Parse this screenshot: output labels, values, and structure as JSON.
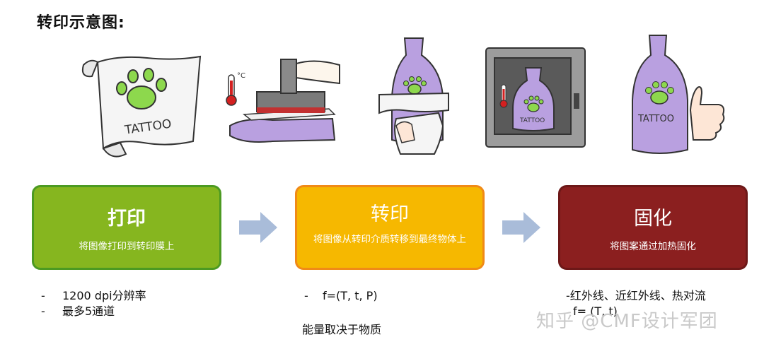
{
  "title": "转印示意图:",
  "illustrations": {
    "scroll_text": "TATTOO",
    "transfer_unit": "°C",
    "oven_text": "TATTOO",
    "bottle_text": "TATTOO"
  },
  "steps": [
    {
      "title": "打印",
      "desc": "将图像打印到转印膜上",
      "color": "#86b61f"
    },
    {
      "title": "转印",
      "desc": "将图像从转印介质转移到最终物体上",
      "color": "#f6b800"
    },
    {
      "title": "固化",
      "desc": "将图案通过加热固化",
      "color": "#8b1f1f"
    }
  ],
  "notes": {
    "print": [
      "1200 dpi分辨率",
      "最多5通道"
    ],
    "transfer_formula": "f=(T, t, P)",
    "transfer_extra": "能量取决于物质",
    "cure_line1": "-红外线、近红外线、热对流",
    "cure_line2": "f= (T, t)"
  },
  "watermark": "知乎 @CMF设计军团"
}
